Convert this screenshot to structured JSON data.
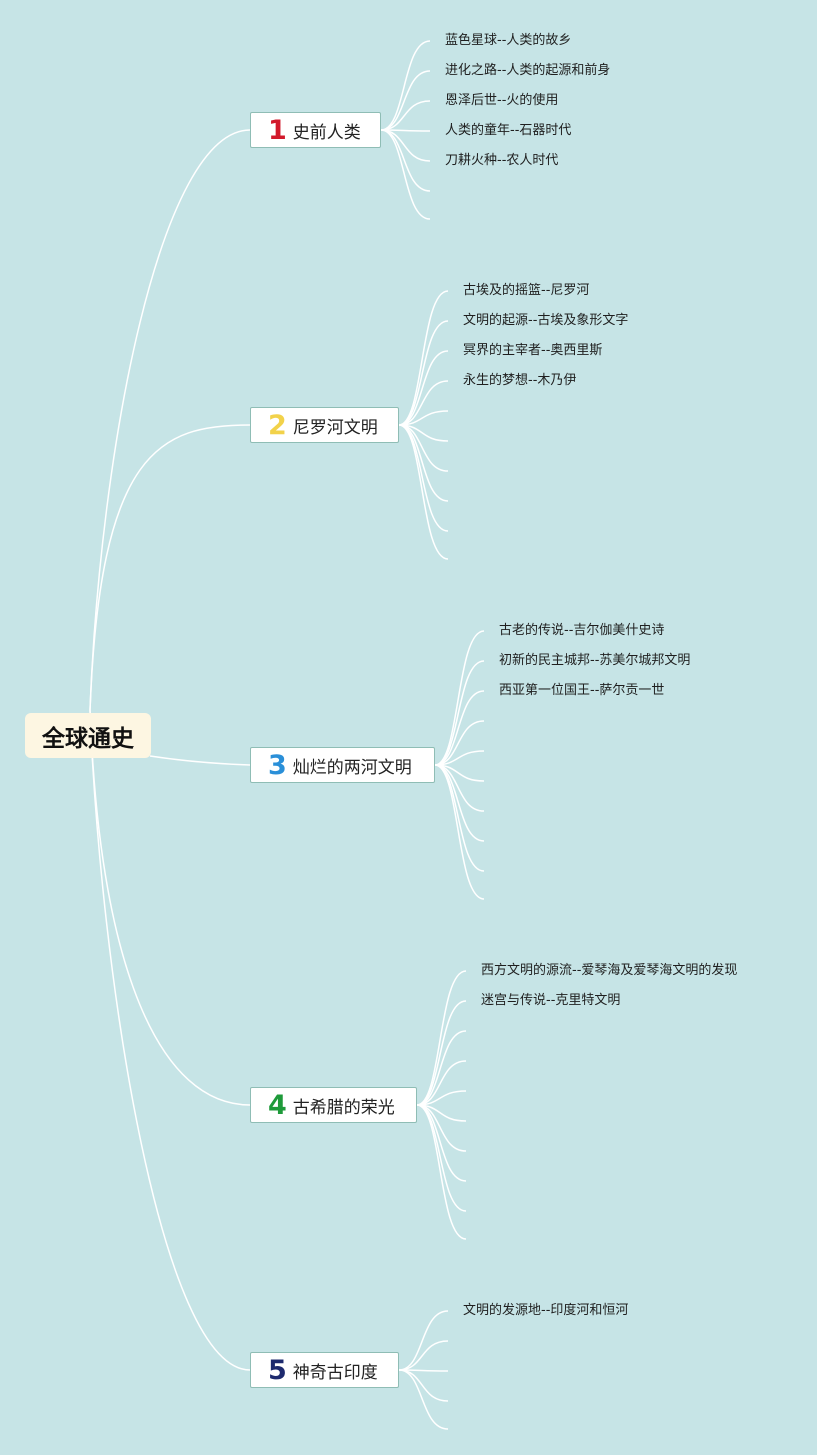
{
  "root": {
    "title": "全球通史"
  },
  "branches": [
    {
      "number": "1",
      "label": "史前人类",
      "color": "#d2192b",
      "leaves": [
        "蓝色星球--人类的故乡",
        "进化之路--人类的起源和前身",
        "恩泽后世--火的使用",
        "人类的童年--石器时代",
        "刀耕火种--农人时代"
      ]
    },
    {
      "number": "2",
      "label": "尼罗河文明",
      "color": "#f2d24a",
      "leaves": [
        "古埃及的摇篮--尼罗河",
        "文明的起源--古埃及象形文字",
        "冥界的主宰者--奥西里斯",
        "永生的梦想--木乃伊"
      ]
    },
    {
      "number": "3",
      "label": "灿烂的两河文明",
      "color": "#2a8fd8",
      "leaves": [
        "古老的传说--吉尔伽美什史诗",
        "初新的民主城邦--苏美尔城邦文明",
        "西亚第一位国王--萨尔贡一世"
      ]
    },
    {
      "number": "4",
      "label": "古希腊的荣光",
      "color": "#1e9a3a",
      "leaves": [
        "西方文明的源流--爱琴海及爱琴海文明的发现",
        "迷宫与传说--克里特文明"
      ]
    },
    {
      "number": "5",
      "label": "神奇古印度",
      "color": "#1d2a6e",
      "leaves": [
        "文明的发源地--印度河和恒河"
      ]
    }
  ]
}
